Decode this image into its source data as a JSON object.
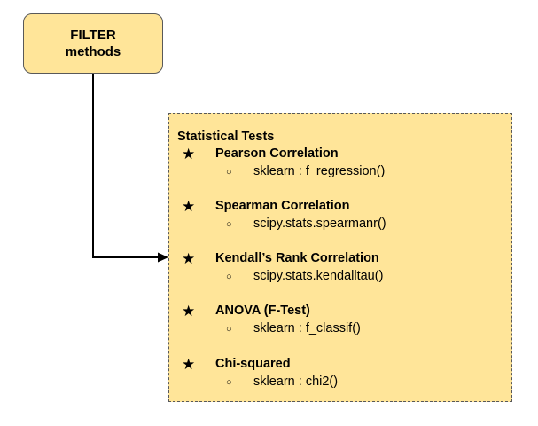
{
  "filter_box": {
    "line1": "FILTER",
    "line2": "methods"
  },
  "tests_box": {
    "title": "Statistical Tests",
    "items": [
      {
        "star": "★",
        "name": "Pearson Correlation",
        "bullet": "○",
        "func": "sklearn : f_regression()"
      },
      {
        "star": "★",
        "name": "Spearman Correlation",
        "bullet": "○",
        "func": "scipy.stats.spearmanr()"
      },
      {
        "star": "★",
        "name": "Kendall’s Rank Correlation",
        "bullet": "○",
        "func": "scipy.stats.kendalltau()"
      },
      {
        "star": "★",
        "name": "ANOVA (F-Test)",
        "bullet": "○",
        "func": "sklearn : f_classif()"
      },
      {
        "star": "★",
        "name": "Chi-squared",
        "bullet": "○",
        "func": "sklearn : chi2()"
      }
    ]
  },
  "colors": {
    "box_fill": "#ffe599",
    "box_border": "#595959",
    "connector": "#000000"
  }
}
